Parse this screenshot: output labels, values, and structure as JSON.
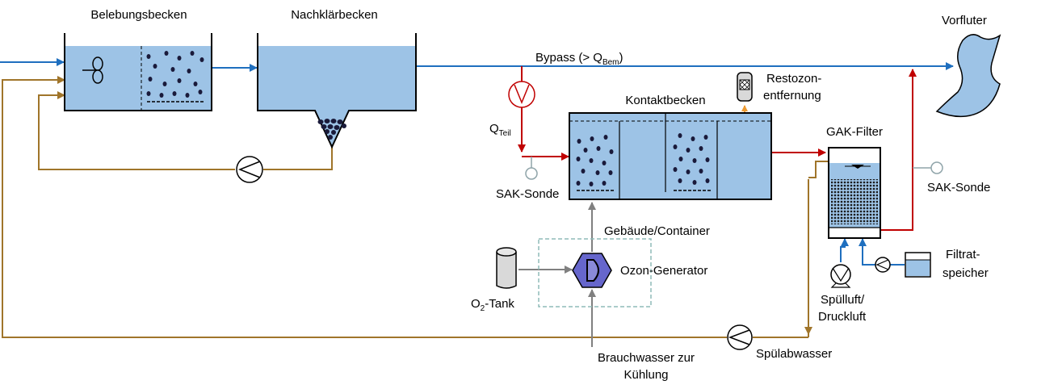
{
  "labels": {
    "belebungsbecken": "Belebungsbecken",
    "nachklaerbecken": "Nachklärbecken",
    "vorfluter": "Vorfluter",
    "bypass_prefix": "Bypass (> Q",
    "bypass_sub": "Bem",
    "bypass_suffix": ")",
    "restozon_1": "Restozon-",
    "restozon_2": "entfernung",
    "kontaktbecken": "Kontaktbecken",
    "q_main": "Q",
    "q_sub": "Teil",
    "gak_filter": "GAK-Filter",
    "sak_sonde_left": "SAK-Sonde",
    "sak_sonde_right": "SAK-Sonde",
    "gebaeude": "Gebäude/Container",
    "ozon_generator": "Ozon-Generator",
    "o2_main": "O",
    "o2_sub": "2",
    "o2_suffix": "-Tank",
    "filtrat_1": "Filtrat-",
    "filtrat_2": "speicher",
    "spuelluft_1": "Spülluft/",
    "spuelluft_2": "Druckluft",
    "spuelabwasser": "Spülabwasser",
    "brauchwasser_1": "Brauchwasser zur",
    "brauchwasser_2": "Kühlung"
  },
  "colors": {
    "water": "#1f6fbf",
    "sludge": "#a0752a",
    "treated": "#c00000",
    "ozone": "#808080",
    "tank_fill": "#9dc3e6",
    "generator": "#6666cc",
    "offgas": "#ed9b33"
  }
}
